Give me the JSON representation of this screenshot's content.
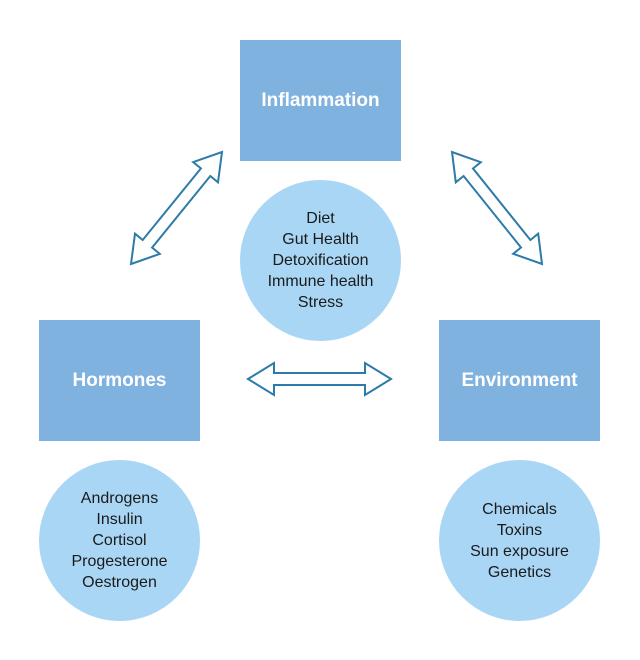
{
  "colors": {
    "box_fill": "#7fb2de",
    "circle_fill": "#a9d6f5",
    "arrow_stroke": "#2c7ba8",
    "box_text": "#ffffff",
    "circle_text": "#1a1a1a"
  },
  "nodes": {
    "inflammation": {
      "title": "Inflammation",
      "items": [
        "Diet",
        "Gut Health",
        "Detoxification",
        "Immune health",
        "Stress"
      ]
    },
    "hormones": {
      "title": "Hormones",
      "items": [
        "Androgens",
        "Insulin",
        "Cortisol",
        "Progesterone",
        "Oestrogen"
      ]
    },
    "environment": {
      "title": "Environment",
      "items": [
        "Chemicals",
        "Toxins",
        "Sun exposure",
        "Genetics"
      ]
    }
  },
  "connections": [
    {
      "from": "inflammation",
      "to": "hormones",
      "type": "bidirectional-arrow"
    },
    {
      "from": "inflammation",
      "to": "environment",
      "type": "bidirectional-arrow"
    },
    {
      "from": "hormones",
      "to": "environment",
      "type": "bidirectional-arrow"
    }
  ]
}
